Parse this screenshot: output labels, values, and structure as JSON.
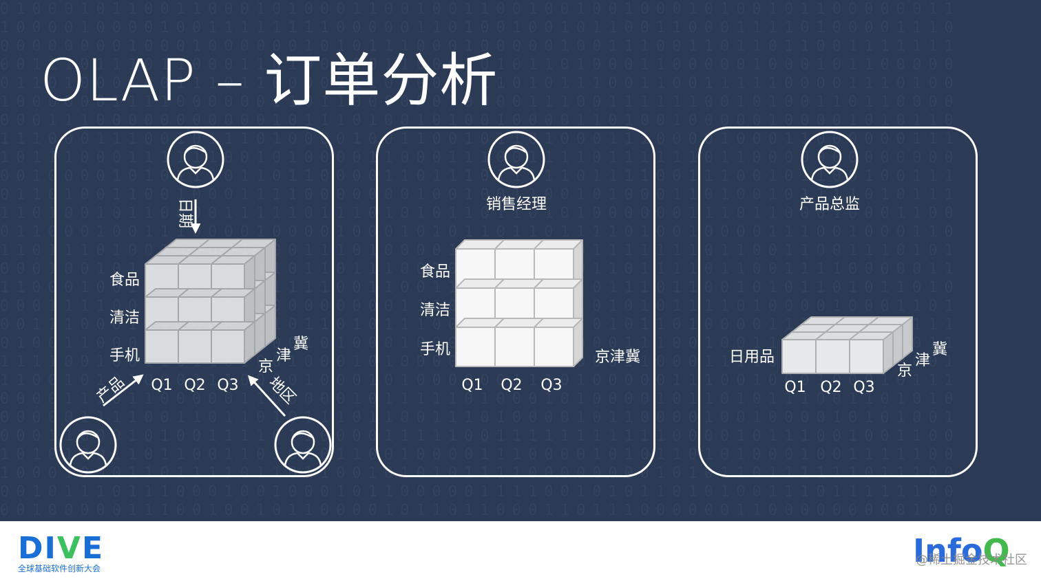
{
  "title": "OLAP – 订单分析",
  "panels": [
    {
      "dims": {
        "time": "日期",
        "product": "产品",
        "region": "地区"
      },
      "rows": [
        "食品",
        "清洁",
        "手机"
      ],
      "cols": [
        "Q1",
        "Q2",
        "Q3"
      ],
      "depth": [
        "京",
        "津",
        "冀"
      ]
    },
    {
      "role": "销售经理",
      "rows": [
        "食品",
        "清洁",
        "手机"
      ],
      "cols": [
        "Q1",
        "Q2",
        "Q3"
      ],
      "region": "京津冀"
    },
    {
      "role": "产品总监",
      "row": "日用品",
      "cols": [
        "Q1",
        "Q2",
        "Q3"
      ],
      "depth": [
        "京",
        "津",
        "冀"
      ]
    }
  ],
  "footer": {
    "dive_logo_left": "DI",
    "dive_logo_v": "V",
    "dive_logo_right": "E",
    "dive_subtitle": "全球基础软件创新大会",
    "infoq_logo_main": "Info",
    "infoq_logo_q": "Q",
    "watermark": "@稀土掘金技术社区"
  },
  "colors": {
    "background": "#2b3a55",
    "line": "#ffffff",
    "cube_face": "#f4f4f4",
    "dive_blue": "#1a6fd6",
    "infoq_green": "#43b94e"
  }
}
